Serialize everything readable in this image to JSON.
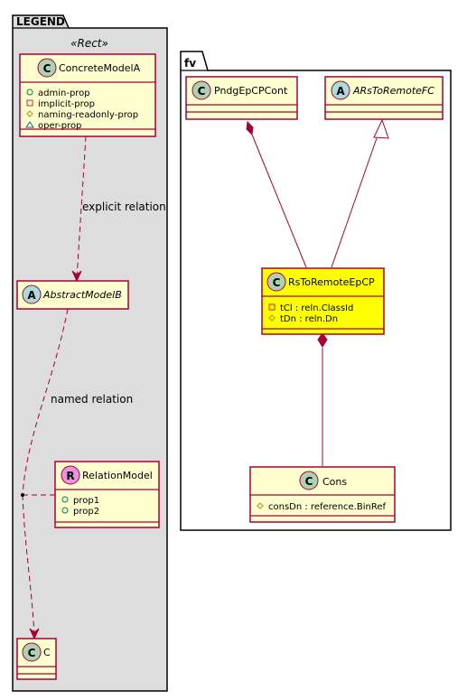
{
  "legend": {
    "title": "LEGEND",
    "stereotype": "«Rect»",
    "concrete": {
      "name": "ConcreteModelA",
      "badge": "C",
      "attributes": [
        {
          "icon": "public-circle",
          "text": "admin-prop"
        },
        {
          "icon": "private-square",
          "text": "implicit-prop"
        },
        {
          "icon": "protected-diamond",
          "text": "naming-readonly-prop"
        },
        {
          "icon": "package-triangle",
          "text": "oper-prop"
        }
      ]
    },
    "abstract": {
      "name": "AbstractModelB",
      "badge": "A"
    },
    "relation_model": {
      "name": "RelationModel",
      "badge": "R",
      "attributes": [
        {
          "icon": "public-circle",
          "text": "prop1"
        },
        {
          "icon": "public-circle",
          "text": "prop2"
        }
      ]
    },
    "c_class": {
      "name": "C",
      "badge": "C"
    },
    "labels": {
      "explicit": "explicit relation",
      "named": "named relation"
    }
  },
  "fv": {
    "title": "fv",
    "pndg": {
      "name": "PndgEpCPCont",
      "badge": "C"
    },
    "ars": {
      "name": "ARsToRemoteFC",
      "badge": "A"
    },
    "main": {
      "name": "RsToRemoteEpCP",
      "badge": "C",
      "attributes": [
        {
          "icon": "private-square",
          "text": "tCl : reln.ClassId"
        },
        {
          "icon": "protected-diamond",
          "text": "tDn : reln.Dn"
        }
      ]
    },
    "cons": {
      "name": "Cons",
      "badge": "C",
      "attributes": [
        {
          "icon": "protected-diamond",
          "text": "consDn : reference.BinRef"
        }
      ]
    }
  },
  "colors": {
    "class_fill": "#FEFECE",
    "class_border": "#A80036",
    "highlight_fill": "#FFFF00",
    "legend_bg": "#DDDDDD",
    "badge_class": "#ADD1B2",
    "badge_abstract": "#A9DCDF",
    "badge_relation": "#EB93DF"
  }
}
